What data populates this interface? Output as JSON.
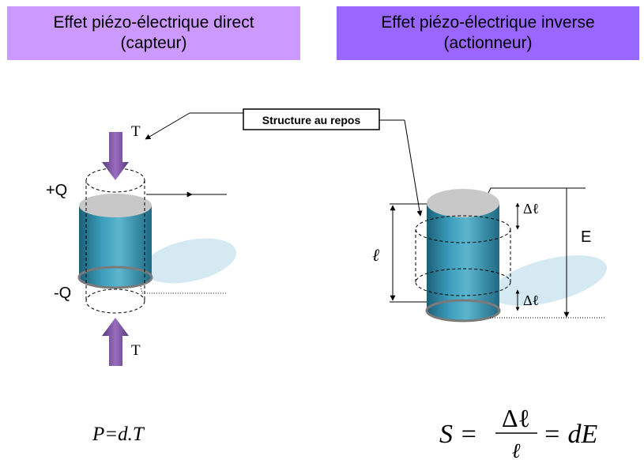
{
  "headers": {
    "left": "Effet piézo-électrique direct\n(capteur)",
    "right": "Effet piézo-électrique inverse\n(actionneur)"
  },
  "labels": {
    "structure_au_repos": "Structure au repos",
    "force_top": "T",
    "force_bottom": "T",
    "charge_plus": "+Q",
    "charge_minus": "-Q",
    "length": "ℓ",
    "delta_top": "Δℓ",
    "delta_bottom": "Δℓ",
    "field": "E"
  },
  "formulas": {
    "left": "P=d.T",
    "right_lhs": "S =",
    "right_num": "Δℓ",
    "right_den": "ℓ",
    "right_rhs": "= dE"
  },
  "colors": {
    "header_left": "#cc99ff",
    "header_right": "#9966ff",
    "cylinder_body": "#2f8aa6",
    "cylinder_top": "#c8c8c8",
    "arrow": "#7b4f9e",
    "shadow": "#cfe6ee"
  }
}
